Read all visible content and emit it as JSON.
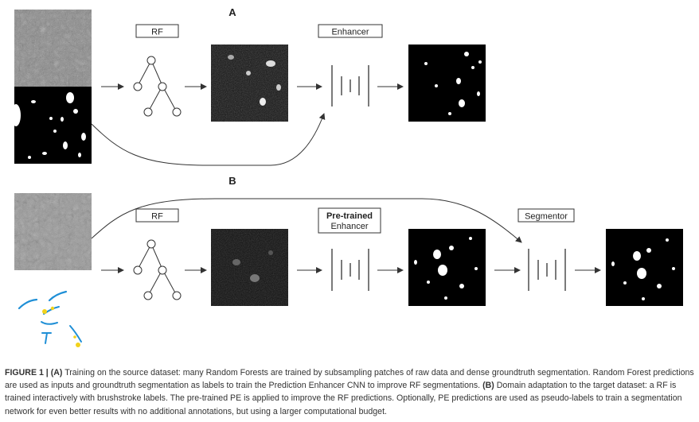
{
  "panelA": {
    "label": "A",
    "rf_box": "RF",
    "enhancer_box": "Enhancer"
  },
  "panelB": {
    "label": "B",
    "rf_box": "RF",
    "pretrained_line1": "Pre-trained",
    "pretrained_line2": "Enhancer",
    "segmentor_box": "Segmentor"
  },
  "caption": {
    "figure_label": "FIGURE 1 |",
    "a_label": "(A)",
    "a_text": " Training on the source dataset: many Random Forests are trained by subsampling patches of raw data and dense groundtruth segmentation. Random Forest predictions are used as inputs and groundtruth segmentation as labels to train the Prediction Enhancer CNN to improve RF segmentations. ",
    "b_label": "(B)",
    "b_text": " Domain adaptation to the target dataset: a RF is trained interactively with brushstroke labels. The pre-trained PE is applied to improve the RF predictions. Optionally, PE predictions are used as pseudo-labels to train a segmentation network for even better results with no additional annotations, but using a larger computational budget."
  },
  "colors": {
    "line": "#333333",
    "stroke_blue": "#1f8fd6",
    "stroke_yellow": "#f2d21b"
  }
}
